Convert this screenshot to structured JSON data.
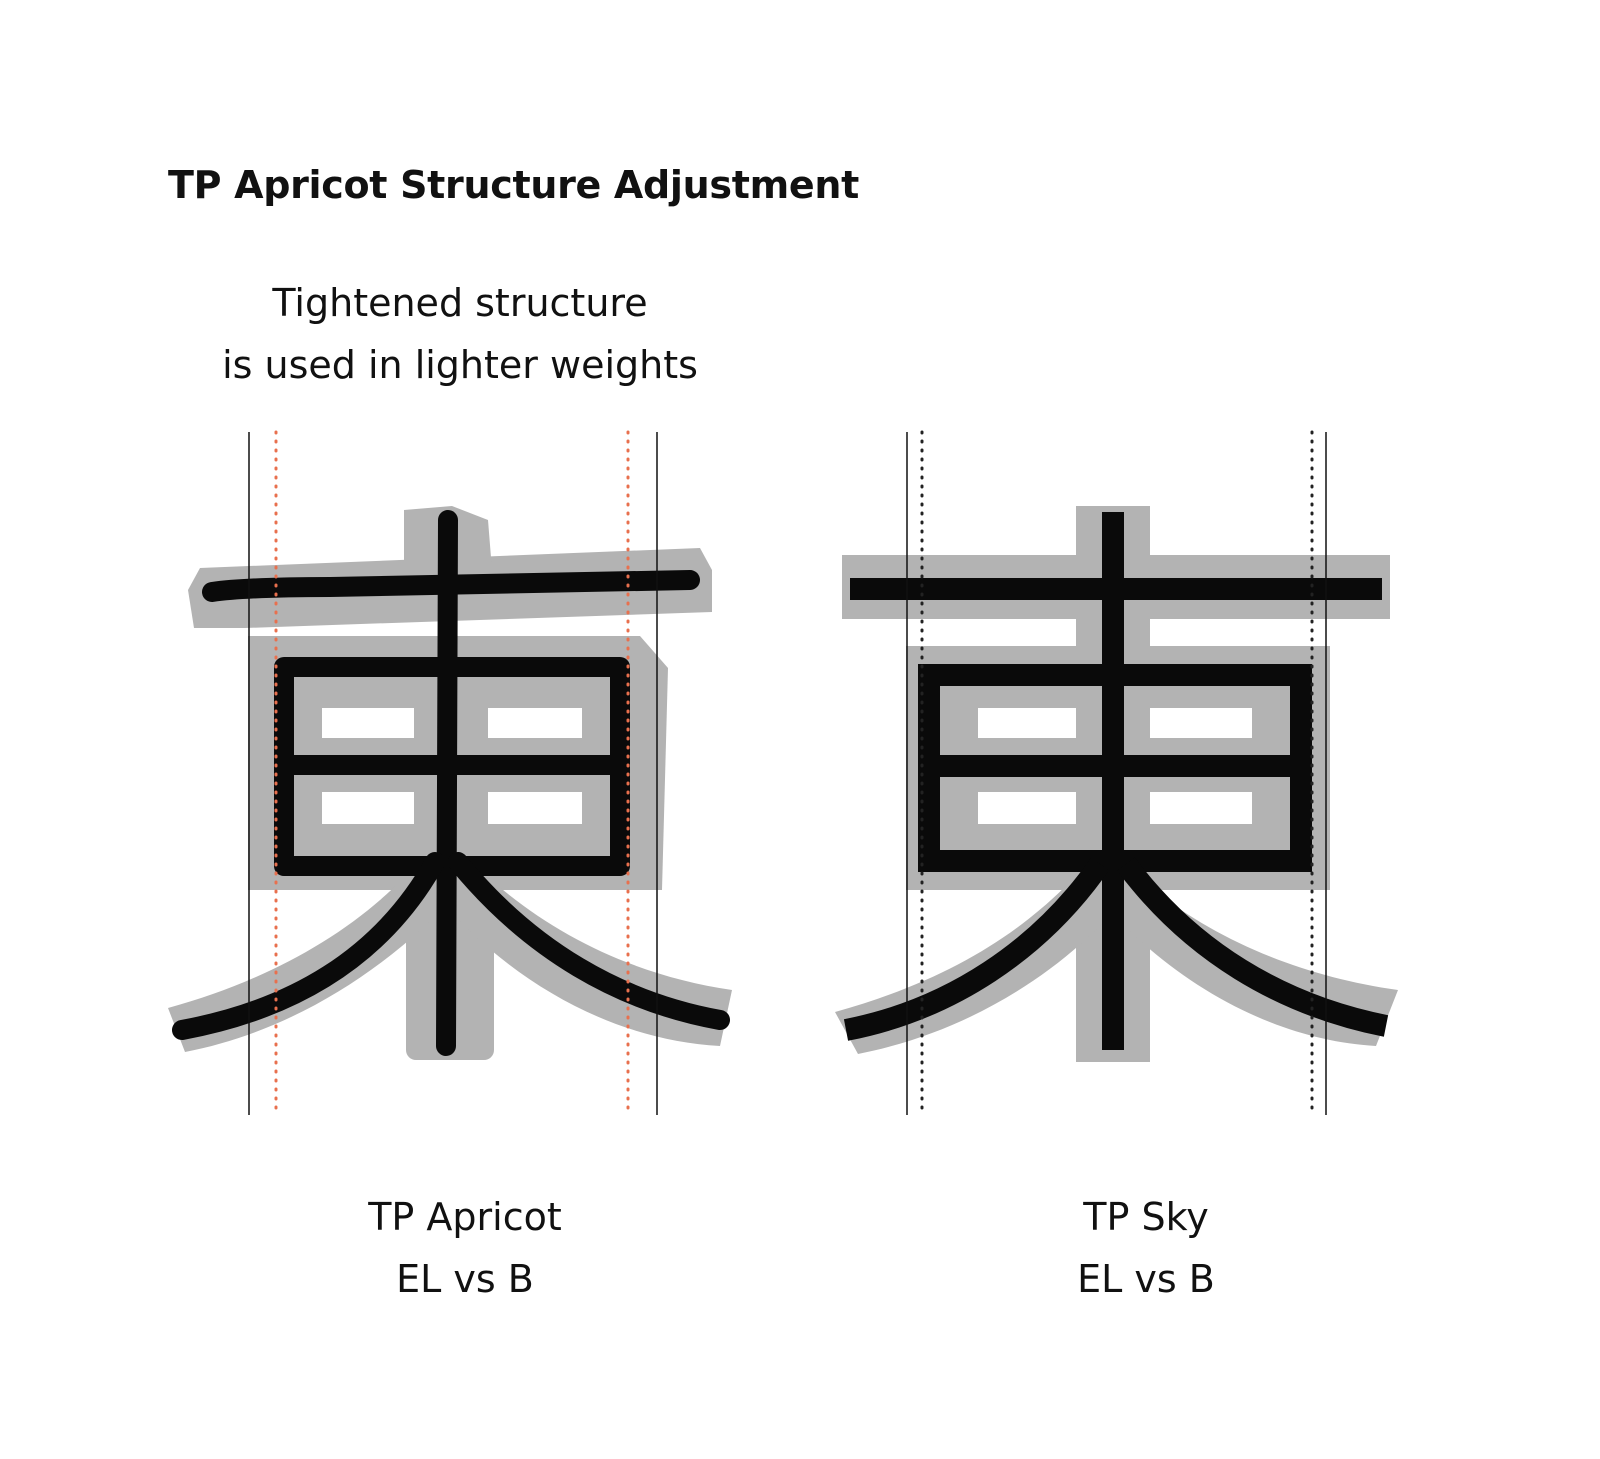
{
  "title": "TP Apricot Structure Adjustment",
  "note": {
    "line1": "Tightened structure",
    "line2": "is used in lighter weights"
  },
  "left": {
    "name": "TP Apricot",
    "comparison": "EL vs B"
  },
  "right": {
    "name": "TP Sky",
    "comparison": "EL vs B"
  },
  "colors": {
    "bold_shape": "#b3b3b3",
    "light_shape": "#0a0a0a",
    "apricot_guide": "#e8704e",
    "sky_guide": "#222222"
  }
}
